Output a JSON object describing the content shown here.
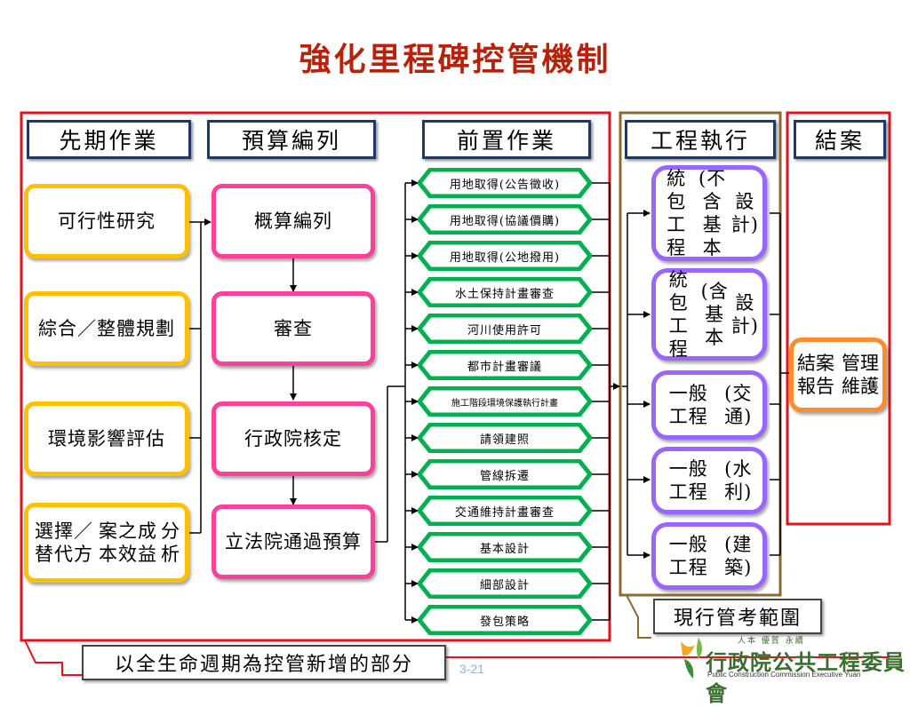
{
  "title": "強化里程碑控管機制",
  "headers": {
    "col1": "先期作業",
    "col2": "預算編列",
    "col3": "前置作業",
    "col4": "工程執行",
    "col5": "結案"
  },
  "col1_items": [
    [
      "可行性研究"
    ],
    [
      "綜合／整體",
      "規劃"
    ],
    [
      "環境影響評估"
    ],
    [
      "選擇／替代方",
      "案之成本效益",
      "分析"
    ]
  ],
  "col2_items": [
    [
      "概算編列"
    ],
    [
      "審查"
    ],
    [
      "行政院核定"
    ],
    [
      "立法院通過",
      "預算"
    ]
  ],
  "col3_items": [
    "用地取得(公告徵收)",
    "用地取得(協議價購)",
    "用地取得(公地撥用)",
    "水土保持計畫審查",
    "河川使用許可",
    "都市計畫審議",
    "施工階段環境保護執行計畫",
    "請領建照",
    "管線拆遷",
    "交通維持計畫審查",
    "基本設計",
    "細部設計",
    "發包策略"
  ],
  "col4_items": [
    [
      "統包工程",
      "(不含基本",
      "設計)"
    ],
    [
      "統包工程",
      "(含基本",
      "設計)"
    ],
    [
      "一般工程",
      "(交通)"
    ],
    [
      "一般工程",
      "(水利)"
    ],
    [
      "一般工程",
      "(建築)"
    ]
  ],
  "col5_item": [
    "結案報告",
    "管理維護"
  ],
  "callouts": {
    "current_scope": "現行管考範圍",
    "new_scope": "以全生命週期為控管新增的部分"
  },
  "slide_number": "3-21",
  "logo": {
    "top_text": "人本 優質 永續",
    "main_text": "行政院公共工程委員會",
    "sub_text": "Public Construction Commission Executive Yuan"
  },
  "colors": {
    "title": "#b8210b",
    "header_border": "#1f3864",
    "frame_red": "#e8101e",
    "frame_brown": "#8b6b2e",
    "yellow": "#ffc000",
    "pink": "#ff3f9a",
    "green": "#00b050",
    "purple": "#9966ff",
    "orange": "#ff8c2a"
  }
}
